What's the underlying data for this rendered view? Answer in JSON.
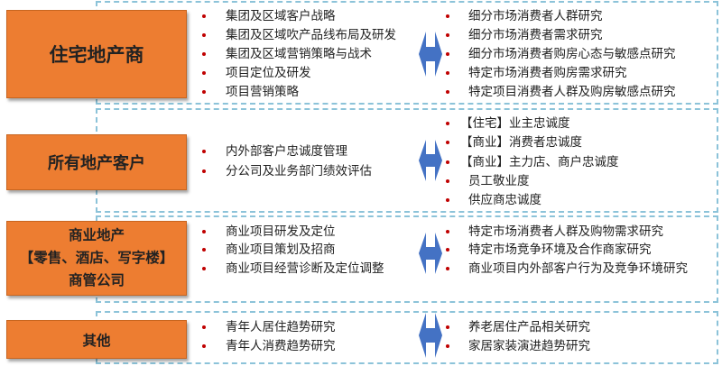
{
  "colors": {
    "orange": "#ed7d31",
    "arrow": "#4472c4",
    "bullet": "#c00000",
    "dash": "#8cc3d9"
  },
  "sections": [
    {
      "title_lines": [
        "住宅地产商"
      ],
      "left_items": [
        "集团及区域客户战略",
        "集团及区域吹产品线布局及研发",
        "集团及区域营销策略与战术",
        "项目定位及研发",
        "项目营销策略"
      ],
      "right_items": [
        "细分市场消费者人群研究",
        "细分市场消费者需求研究",
        "细分市场消费者购房心态与敏感点研究",
        "特定市场消费者购房需求研究",
        "特定项目消费者人群及购房敏感点研究"
      ]
    },
    {
      "title_lines": [
        "所有地产客户"
      ],
      "left_items": [
        "内外部客户忠诚度管理",
        "分公司及业务部门绩效评估"
      ],
      "right_items": [
        "【住宅】业主忠诚度",
        "【商业】消费者忠诚度",
        "【商业】主力店、商户忠诚度",
        "员工敬业度",
        "供应商忠诚度"
      ]
    },
    {
      "title_lines": [
        "商业地产",
        "【零售、酒店、写字楼】",
        "商管公司"
      ],
      "left_items": [
        "商业项目研发及定位",
        "商业项目策划及招商",
        "商业项目经营诊断及定位调整"
      ],
      "right_items": [
        "特定市场消费者人群及购物需求研究",
        "特定市场竞争环境及合作商家研究",
        "商业项目内外部客户行为及竞争环境研究"
      ]
    },
    {
      "title_lines": [
        "其他"
      ],
      "left_items": [
        "青年人居住趋势研究",
        "青年人消费趋势研究"
      ],
      "right_items": [
        "养老居住产品相关研究",
        "家居家装演进趋势研究"
      ]
    }
  ]
}
